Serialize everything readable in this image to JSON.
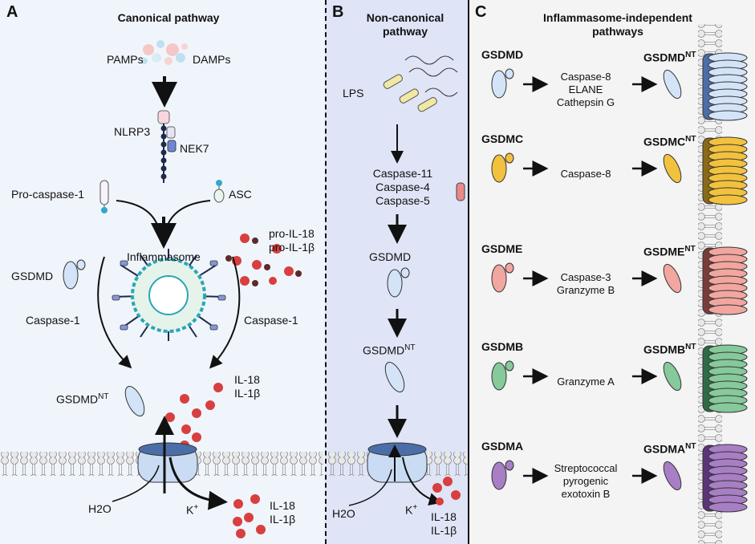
{
  "colors": {
    "panel_a_bg": "#f0f5fc",
    "panel_b_bg": "#dfe5f7",
    "panel_c_bg": "#f4f4f4",
    "gsdmd": "#d4e4f8",
    "gsdmc": "#f2c23e",
    "gsdme": "#f2a6a0",
    "gsdmb": "#86c99a",
    "gsdma": "#a87ec4",
    "il": "#d83f3f",
    "membrane": "#e0e0e0"
  },
  "panel_a": {
    "letter": "A",
    "title": "Canonical pathway",
    "pamps": "PAMPs",
    "damps": "DAMPs",
    "nlrp3": "NLRP3",
    "nek7": "NEK7",
    "pro_caspase": "Pro-caspase-1",
    "asc": "ASC",
    "inflammasome": "Inflammasome",
    "pro_il18": "pro-IL-18",
    "pro_il1b": "pro-IL-1β",
    "gsdmd": "GSDMD",
    "caspase1_left": "Caspase-1",
    "caspase1_right": "Caspase-1",
    "gsdmd_nt": "GSDMD",
    "nt": "NT",
    "il18": "IL-18",
    "il1b": "IL-1β",
    "h2o": "H2O",
    "k": "K",
    "plus": "+",
    "il18_out": "IL-18",
    "il1b_out": "IL-1β"
  },
  "panel_b": {
    "letter": "B",
    "title_line1": "Non-canonical",
    "title_line2": "pathway",
    "lps": "LPS",
    "caspase11": "Caspase-11",
    "caspase4": "Caspase-4",
    "caspase5": "Caspase-5",
    "gsdmd": "GSDMD",
    "gsdmd_nt": "GSDMD",
    "nt": "NT",
    "h2o": "H2O",
    "k": "K",
    "plus": "+",
    "il18": "IL-18",
    "il1b": "IL-1β"
  },
  "panel_c": {
    "letter": "C",
    "title_line1": "Inflammasome-independent",
    "title_line2": "pathways",
    "rows": [
      {
        "name": "GSDMD",
        "nt_name": "GSDMD",
        "nt": "NT",
        "enzymes": [
          "Caspase-8",
          "ELANE",
          "Cathepsin G"
        ]
      },
      {
        "name": "GSDMC",
        "nt_name": "GSDMC",
        "nt": "NT",
        "enzymes": [
          "Caspase-8"
        ]
      },
      {
        "name": "GSDME",
        "nt_name": "GSDME",
        "nt": "NT",
        "enzymes": [
          "Caspase-3",
          "Granzyme B"
        ]
      },
      {
        "name": "GSDMB",
        "nt_name": "GSDMB",
        "nt": "NT",
        "enzymes": [
          "Granzyme A"
        ]
      },
      {
        "name": "GSDMA",
        "nt_name": "GSDMA",
        "nt": "NT",
        "enzymes": [
          "Streptococcal",
          "pyrogenic",
          "exotoxin B"
        ]
      }
    ]
  }
}
